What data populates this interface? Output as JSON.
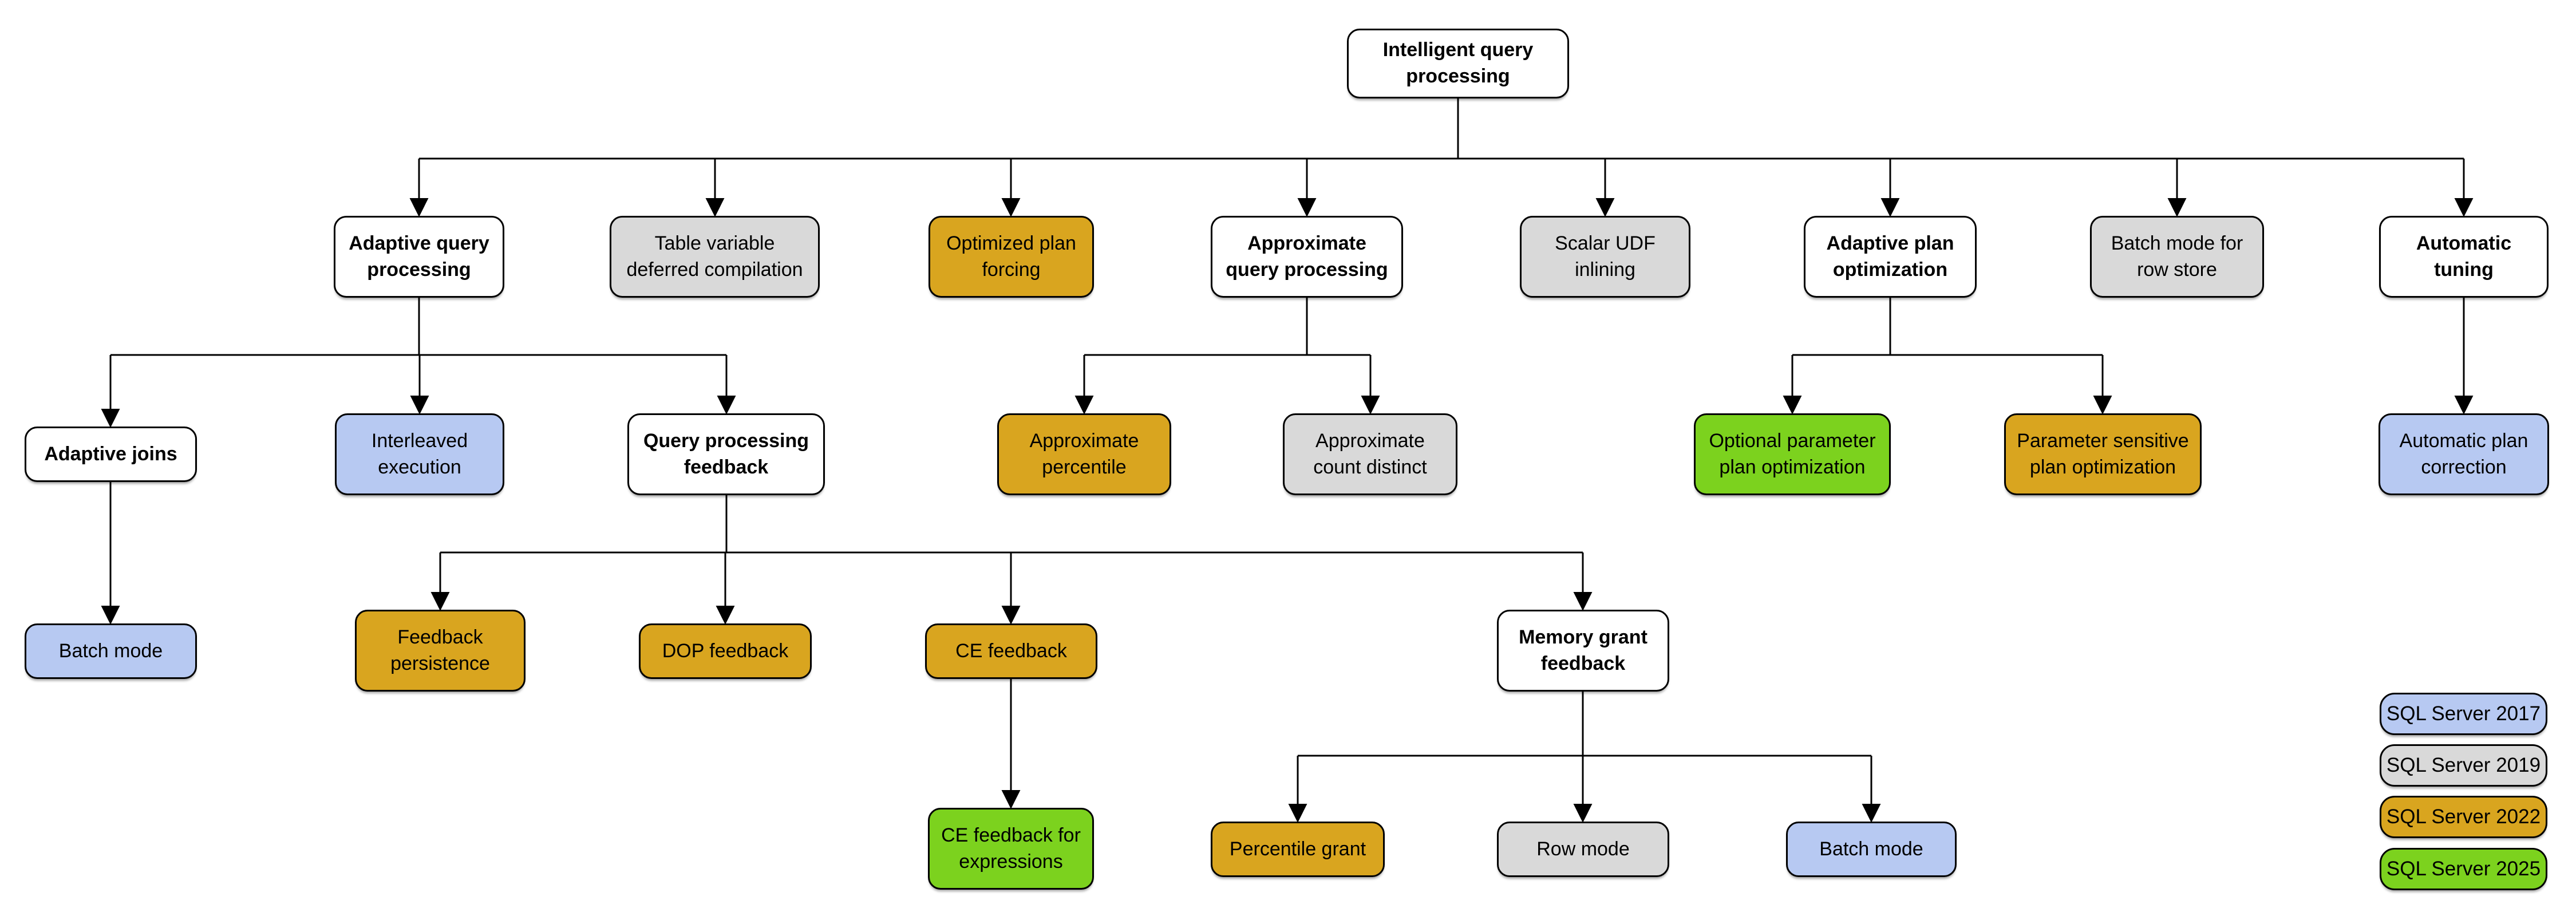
{
  "colors": {
    "sql2017": "#B7C9F2",
    "sql2019": "#D9D9D9",
    "sql2022": "#D9A51F",
    "sql2025": "#7CD21E",
    "group": "#FFFFFF"
  },
  "legend": {
    "items": [
      {
        "id": "sql2017",
        "label": "SQL Server 2017"
      },
      {
        "id": "sql2019",
        "label": "SQL Server 2019"
      },
      {
        "id": "sql2022",
        "label": "SQL Server 2022"
      },
      {
        "id": "sql2025",
        "label": "SQL Server 2025"
      }
    ]
  },
  "nodes": {
    "intelligent_query_processing": {
      "label": "Intelligent query\nprocessing",
      "version": "group"
    },
    "adaptive_query_processing": {
      "label": "Adaptive query\nprocessing",
      "version": "group"
    },
    "table_variable_deferred_compilation": {
      "label": "Table variable\ndeferred compilation",
      "version": "sql2019"
    },
    "optimized_plan_forcing": {
      "label": "Optimized plan\nforcing",
      "version": "sql2022"
    },
    "approximate_query_processing": {
      "label": "Approximate\nquery processing",
      "version": "group"
    },
    "scalar_udf_inlining": {
      "label": "Scalar UDF\ninlining",
      "version": "sql2019"
    },
    "adaptive_plan_optimization": {
      "label": "Adaptive plan\noptimization",
      "version": "group"
    },
    "batch_mode_on_rowstore": {
      "label": "Batch mode for\nrow store",
      "version": "sql2019"
    },
    "automatic_tuning": {
      "label": "Automatic\ntuning",
      "version": "group"
    },
    "adaptive_joins": {
      "label": "Adaptive joins",
      "version": "group"
    },
    "interleaved_execution": {
      "label": "Interleaved\nexecution",
      "version": "sql2017"
    },
    "query_processing_feedback": {
      "label": "Query processing\nfeedback",
      "version": "group"
    },
    "approximate_percentile": {
      "label": "Approximate\npercentile",
      "version": "sql2022"
    },
    "approximate_count_distinct": {
      "label": "Approximate\ncount distinct",
      "version": "sql2019"
    },
    "optional_parameter_plan_optimization": {
      "label": "Optional parameter\nplan optimization",
      "version": "sql2025"
    },
    "parameter_sensitive_plan_optimization": {
      "label": "Parameter sensitive\nplan optimization",
      "version": "sql2022"
    },
    "automatic_plan_correction": {
      "label": "Automatic plan\ncorrection",
      "version": "sql2017"
    },
    "batch_mode_adaptive_joins": {
      "label": "Batch mode",
      "version": "sql2017"
    },
    "feedback_persistence": {
      "label": "Feedback\npersistence",
      "version": "sql2022"
    },
    "dop_feedback": {
      "label": "DOP feedback",
      "version": "sql2022"
    },
    "ce_feedback": {
      "label": "CE feedback",
      "version": "sql2022"
    },
    "memory_grant_feedback": {
      "label": "Memory grant\nfeedback",
      "version": "group"
    },
    "ce_feedback_for_expressions": {
      "label": "CE feedback for\nexpressions",
      "version": "sql2025"
    },
    "percentile_grant": {
      "label": "Percentile grant",
      "version": "sql2022"
    },
    "row_mode": {
      "label": "Row mode",
      "version": "sql2019"
    },
    "batch_mode_memory_grant": {
      "label": "Batch mode",
      "version": "sql2017"
    }
  },
  "hierarchy": {
    "intelligent_query_processing": [
      "adaptive_query_processing",
      "table_variable_deferred_compilation",
      "optimized_plan_forcing",
      "approximate_query_processing",
      "scalar_udf_inlining",
      "adaptive_plan_optimization",
      "batch_mode_on_rowstore",
      "automatic_tuning"
    ],
    "adaptive_query_processing": [
      "adaptive_joins",
      "interleaved_execution",
      "query_processing_feedback"
    ],
    "approximate_query_processing": [
      "approximate_percentile",
      "approximate_count_distinct"
    ],
    "adaptive_plan_optimization": [
      "optional_parameter_plan_optimization",
      "parameter_sensitive_plan_optimization"
    ],
    "automatic_tuning": [
      "automatic_plan_correction"
    ],
    "adaptive_joins": [
      "batch_mode_adaptive_joins"
    ],
    "query_processing_feedback": [
      "feedback_persistence",
      "dop_feedback",
      "ce_feedback",
      "memory_grant_feedback"
    ],
    "ce_feedback": [
      "ce_feedback_for_expressions"
    ],
    "memory_grant_feedback": [
      "percentile_grant",
      "row_mode",
      "batch_mode_memory_grant"
    ]
  }
}
